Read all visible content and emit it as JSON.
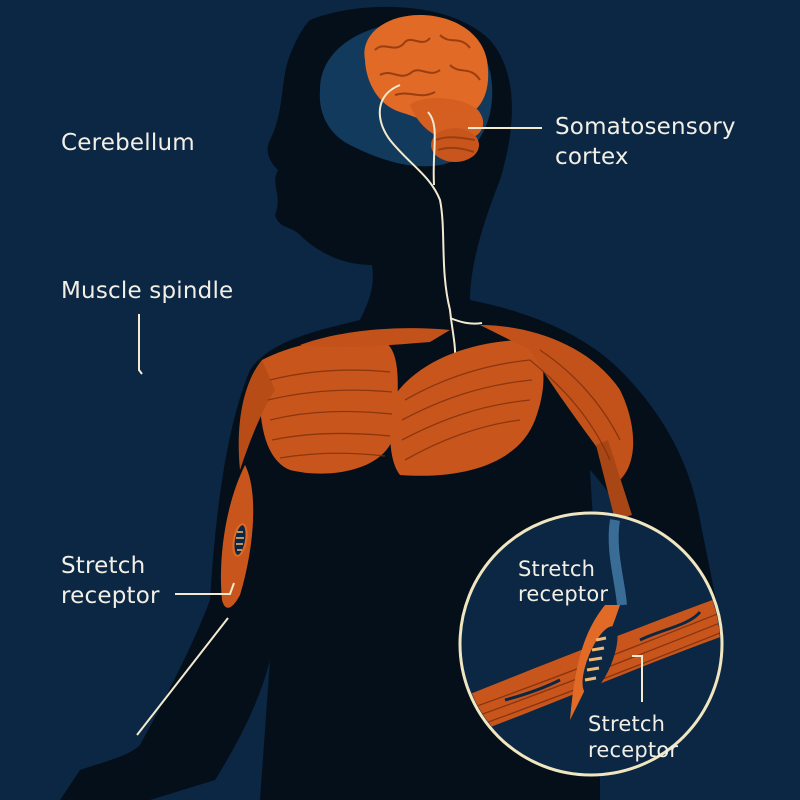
{
  "colors": {
    "background": "#0b2744",
    "silhouette": "#050f1a",
    "brain_shadow": "#123a5c",
    "muscle": "#c8561c",
    "muscle_light": "#e06a26",
    "muscle_line": "#8a3410",
    "nerve": "#f3ead0",
    "label_text": "#f2efe6",
    "inset_ring": "#f0e6c0"
  },
  "labels": {
    "cerebellum": "Cerebellum",
    "somatosensory_line1": "Somatosensory",
    "somatosensory_line2": "cortex",
    "muscle_spindle": "Muscle spindle",
    "arm_stretch_line1": "Stretch",
    "arm_stretch_line2": "receptor",
    "inset_top_line1": "Stretch",
    "inset_top_line2": "receptor",
    "inset_bottom_line1": "Stretch",
    "inset_bottom_line2": "receptor"
  }
}
